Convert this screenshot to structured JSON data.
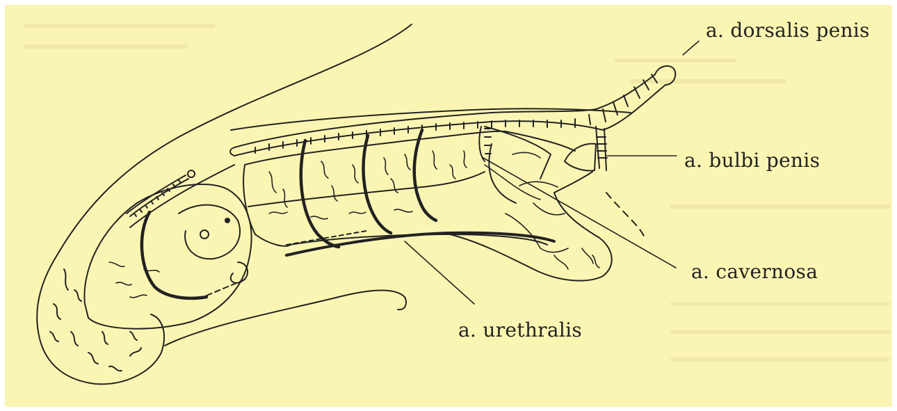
{
  "colors": {
    "paper": "#fbf5b3",
    "ink": "#222222",
    "ghost_text": "#e9e2a0"
  },
  "labels": {
    "dorsalis": "a. dorsalis penis",
    "bulbi": "a. bulbi penis",
    "cavernosa": "a. cavernosa",
    "urethralis": "a. urethralis"
  }
}
